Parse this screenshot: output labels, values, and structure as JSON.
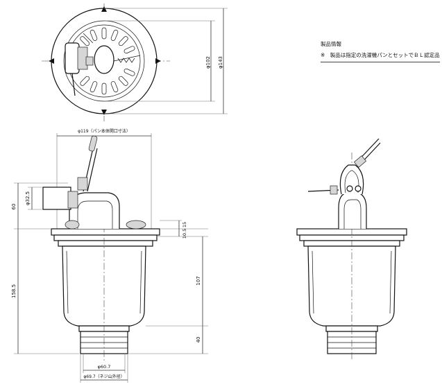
{
  "info": {
    "title": "製品情報",
    "note": "※　製品は指定の洗濯機パンとセットでＢＬ認定品"
  },
  "dimensions": {
    "d102": "φ102",
    "d143": "φ143",
    "d119": "φ119（パン本体開口寸法）",
    "d325": "φ32.5",
    "h60": "60",
    "h1585": "158.5",
    "t15": "15",
    "t105": "10.5",
    "h107": "107",
    "h40": "40",
    "d607": "φ60.7",
    "d697": "φ69.7（ネジ山外径）"
  }
}
